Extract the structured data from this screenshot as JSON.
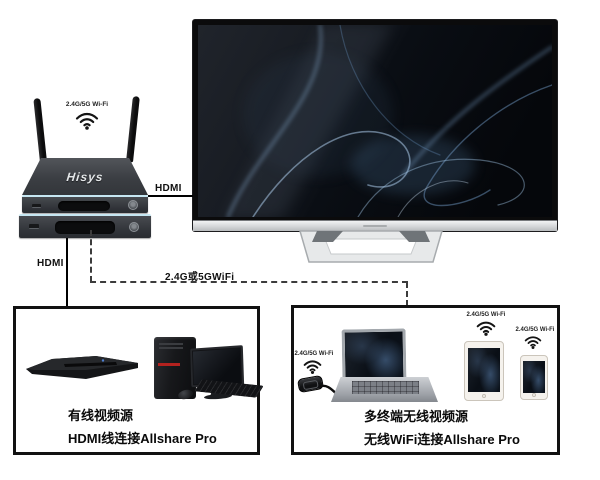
{
  "device": {
    "brand": "Hisys",
    "wifi_label": "2.4G/5G Wi-Fi"
  },
  "connections": {
    "hdmi_to_tv_label": "HDMI",
    "hdmi_source_label": "HDMI",
    "wireless_label": "2.4G或5GWiFi"
  },
  "wired_box": {
    "title": "有线视频源",
    "subtitle": "HDMI线连接Allshare Pro"
  },
  "wireless_box": {
    "title": "多终端无线视频源",
    "subtitle": "无线WiFi连接Allshare Pro",
    "dongle_wifi_label": "2.4G/5G Wi-Fi",
    "tablet_wifi_label": "2.4G/5G Wi-Fi",
    "phone_wifi_label": "2.4G/5G Wi-Fi"
  },
  "icons": {
    "wifi": "three-arcs-and-dot"
  },
  "colors": {
    "box_border": "#111111",
    "device_accent": "#c6e7f2",
    "dashed_line": "#3c3c3c",
    "tower_accent": "#b3221f",
    "tv_strip": "#d4d6d8",
    "screen_glow": "#6088b9"
  }
}
